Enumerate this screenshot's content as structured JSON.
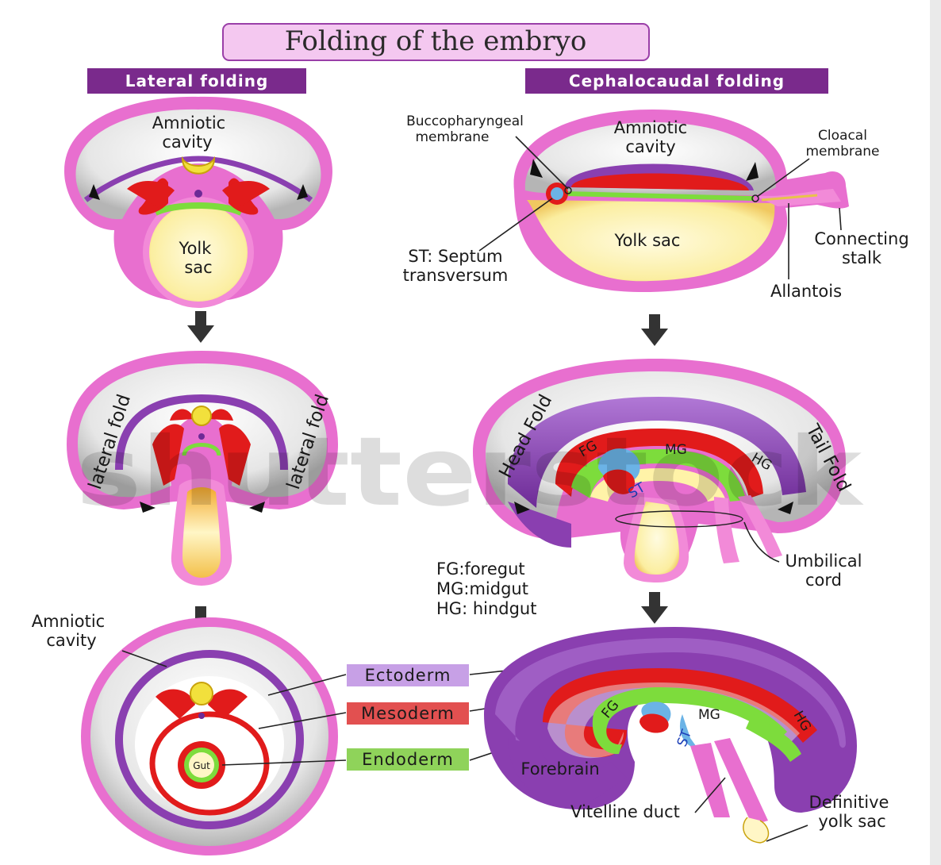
{
  "title": "Folding of the embryo",
  "headers": {
    "lateral": "Lateral folding",
    "cephalocaudal": "Cephalocaudal folding"
  },
  "labels": {
    "amniotic_cavity_1a": "Amniotic",
    "amniotic_cavity_1b": "cavity",
    "yolk_sac_1a": "Yolk",
    "yolk_sac_1b": "sac",
    "bucco_a": "Buccopharyngeal",
    "bucco_b": "membrane",
    "amniotic_cavity_2a": "Amniotic",
    "amniotic_cavity_2b": "cavity",
    "cloacal_a": "Cloacal",
    "cloacal_b": "membrane",
    "yolk_sac_2": "Yolk sac",
    "septum_a": "ST: Septum",
    "septum_b": "transversum",
    "connecting_a": "Connecting",
    "connecting_b": "stalk",
    "allantois": "Allantois",
    "lateral_fold_left": "lateral fold",
    "lateral_fold_right": "lateral fold",
    "head_fold": "Head Fold",
    "tail_fold": "Tail Fold",
    "fg": "FG",
    "mg": "MG",
    "hg": "HG",
    "st": "ST",
    "umbilical_a": "Umbilical",
    "umbilical_b": "cord",
    "legend_fg": "FG:foregut",
    "legend_mg": "MG:midgut",
    "legend_hg": "HG: hindgut",
    "amniotic_cavity_3a": "Amniotic",
    "amniotic_cavity_3b": "cavity",
    "gut": "Gut",
    "ectoderm": "Ectoderm",
    "mesoderm": "Mesoderm",
    "endoderm": "Endoderm",
    "fg2": "FG",
    "mg2": "MG",
    "hg2": "HG",
    "st2": "ST",
    "forebrain": "Forebrain",
    "vitelline": "Vitelline duct",
    "definitive_a": "Definitive",
    "definitive_b": "yolk sac",
    "watermark": "shutterstock"
  },
  "colors": {
    "title_bg": "#f4c8f0",
    "header_bg": "#7a2a8c",
    "pink": "#e86fcf",
    "grey": "#d9d9d9",
    "purple": "#8a3fb0",
    "red": "#e11b1b",
    "yellow": "#fff3a8",
    "green": "#7ddc3c",
    "ectoderm_box": "#c7a0e6",
    "mesoderm_box": "#e25050",
    "endoderm_box": "#8fd35a"
  }
}
